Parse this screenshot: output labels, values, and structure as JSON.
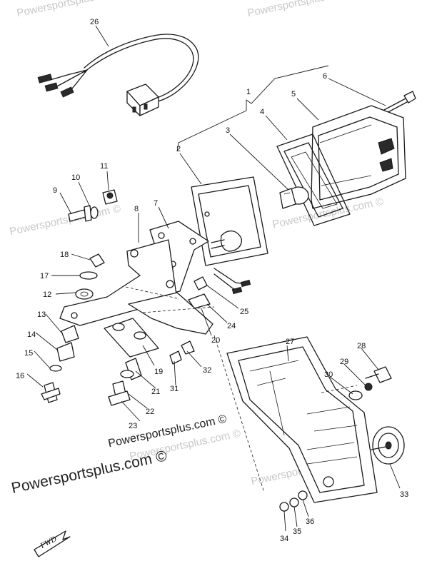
{
  "watermarks": [
    "Powersportsplus.com ©",
    "Powersportsplus.com ©",
    "Powersportsplus.com ©",
    "Powersportsplus.com ©",
    "Powersportsplus.com ©",
    "Powersportsplus.com ©"
  ],
  "credit": "Powersportsplus.com ©",
  "small_credit": "Powersportsplus.com ©",
  "direction_label": "FWD",
  "callouts": [
    "1",
    "2",
    "3",
    "4",
    "5",
    "6",
    "7",
    "8",
    "9",
    "10",
    "11",
    "12",
    "13",
    "14",
    "15",
    "16",
    "17",
    "18",
    "19",
    "20",
    "21",
    "22",
    "23",
    "24",
    "25",
    "26",
    "27",
    "28",
    "29",
    "30",
    "31",
    "32",
    "33",
    "34",
    "35",
    "36"
  ]
}
